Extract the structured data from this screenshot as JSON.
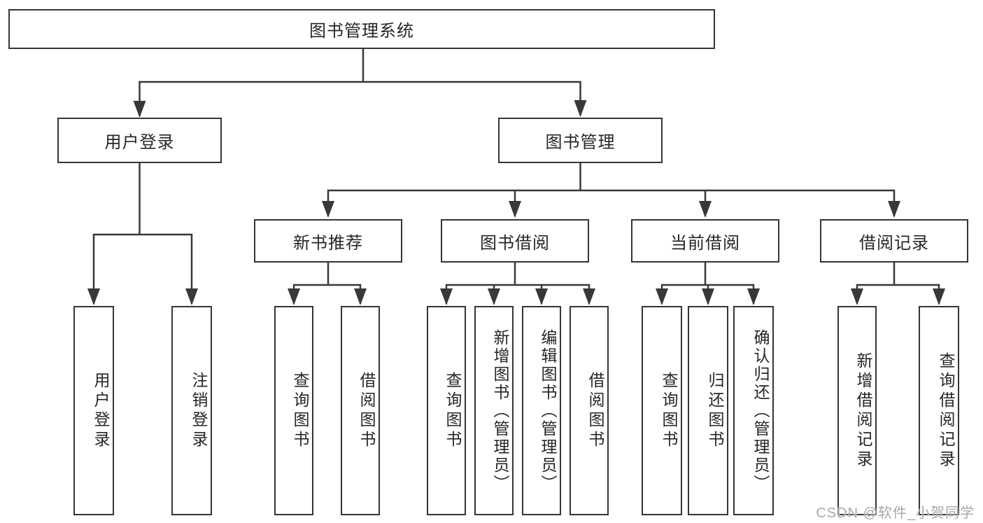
{
  "diagram": {
    "root": "图书管理系统",
    "level2": {
      "user_login": "用户登录",
      "book_mgmt": "图书管理"
    },
    "level3": {
      "new_book": "新书推荐",
      "borrow": "图书借阅",
      "current": "当前借阅",
      "records": "借阅记录"
    },
    "leaves": {
      "login_1": "用户登录",
      "login_2": "注销登录",
      "nb_1": "查询图书",
      "nb_2": "借阅图书",
      "bw_1": "查询图书",
      "bw_2": "新增图书（管理员）",
      "bw_3": "编辑图书（管理员）",
      "bw_4": "借阅图书",
      "cu_1": "查询图书",
      "cu_2": "归还图书",
      "cu_3": "确认归还（管理员）",
      "re_1": "新增借阅记录",
      "re_2": "查询借阅记录"
    },
    "watermark": "CSDN @软件_小贺同学"
  },
  "colors": {
    "line": "#383838",
    "border": "#353535",
    "text": "#262626",
    "watermark": "#a8a8a8",
    "background": "#ffffff"
  }
}
